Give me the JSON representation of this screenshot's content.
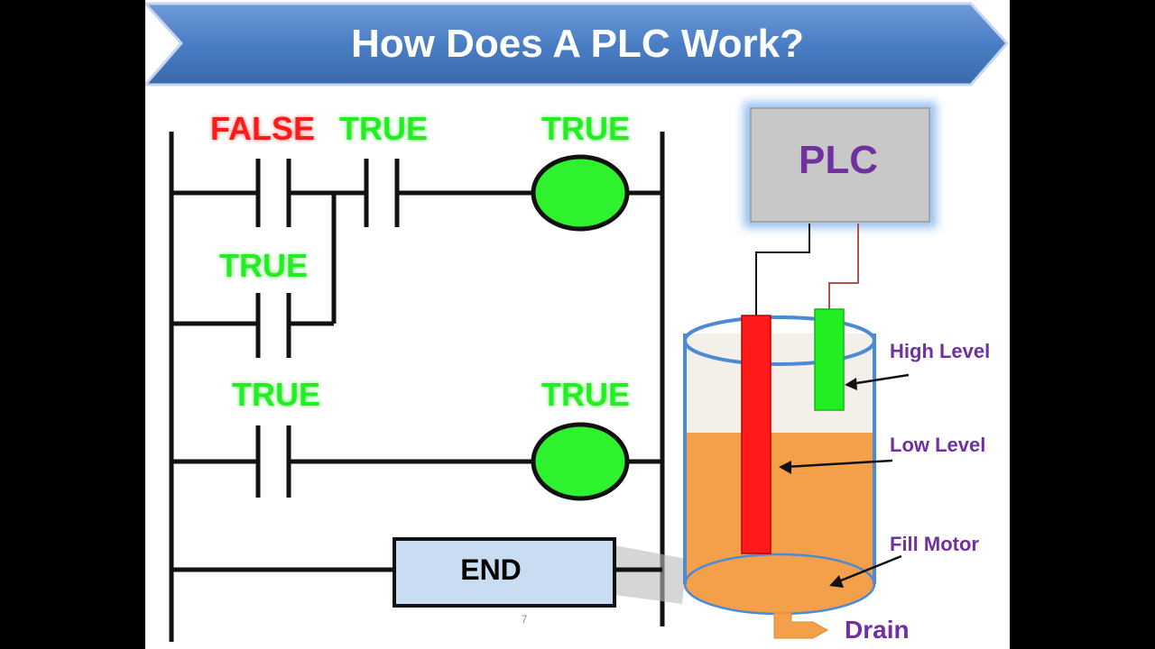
{
  "title": "How Does A PLC Work?",
  "colors": {
    "true": "#22ee22",
    "false": "#ff1a1a",
    "banner": "#4a7ec4",
    "label": "#7030a0",
    "fluid": "#f4a04a"
  },
  "ladder": {
    "rung1": {
      "contact1_state": "FALSE",
      "contact2_state": "TRUE",
      "coil_state": "TRUE"
    },
    "branch": {
      "contact_state": "TRUE"
    },
    "rung2": {
      "contact_state": "TRUE",
      "coil_state": "TRUE"
    },
    "end_label": "END"
  },
  "plc_label": "PLC",
  "tank": {
    "fill_fraction": 0.55,
    "labels": {
      "high_level": "High Level",
      "low_level": "Low Level",
      "fill_motor": "Fill Motor",
      "drain": "Drain"
    }
  },
  "page_number": "7"
}
